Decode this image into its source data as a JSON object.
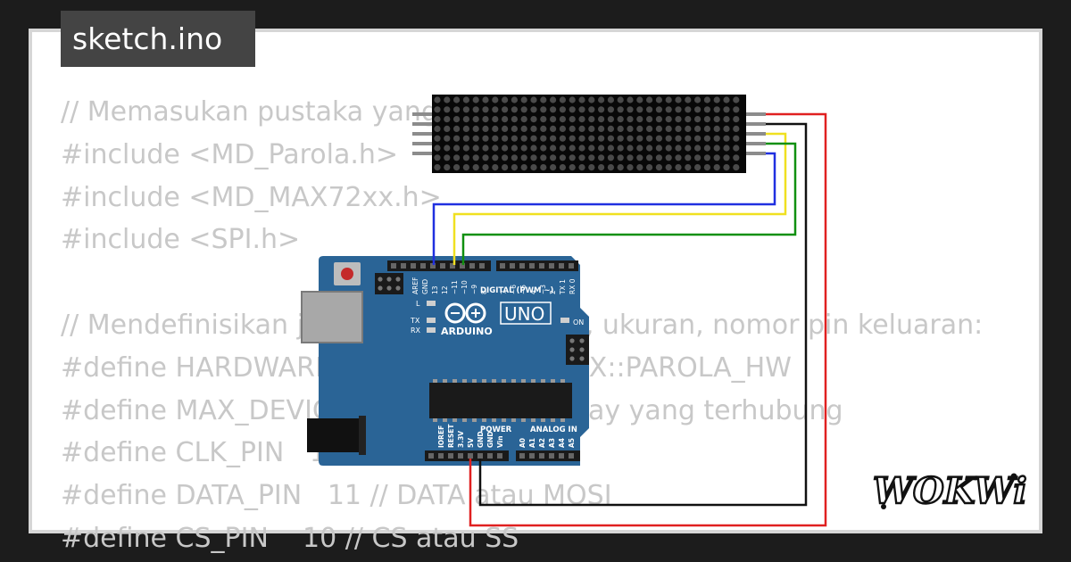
{
  "file_tab": {
    "label": "sketch.ino"
  },
  "code_lines": [
    "// Memasukan pustaka yang",
    "#include <MD_Parola.h>",
    "#include <MD_MAX72xx.h>",
    "#include <SPI.h>",
    "",
    "// Mendefinisikan jenis perangkat keras, ukuran, nomor pin keluaran:",
    "#define HARDWARE_TYPE MD_MAX72XX::PAROLA_HW",
    "#define MAX_DEVICES 4 // jumlah display yang terhubung",
    "#define CLK_PIN   13 // CLK atau SCK",
    "#define DATA_PIN   11 // DATA atau MOSI",
    "#define CS_PIN    10 // CS atau SS"
  ],
  "board": {
    "brand": "ARDUINO",
    "model": "UNO",
    "header_labels": [
      "AREF",
      "GND",
      "13",
      "12",
      "~11",
      "~10",
      "~9",
      "8",
      "7",
      "~6",
      "~5",
      "4",
      "~3",
      "2",
      "TX 1",
      "RX 0"
    ],
    "digital_label": "DIGITAL (PWM ~)",
    "led_labels": [
      "L",
      "TX",
      "RX"
    ],
    "on_label": "ON",
    "power_title": "POWER",
    "power_labels": [
      "IOREF",
      "RESET",
      "3.3V",
      "5V",
      "GND",
      "GND",
      "Vin"
    ],
    "analog_title": "ANALOG IN",
    "analog_labels": [
      "A0",
      "A1",
      "A2",
      "A3",
      "A4",
      "A5"
    ],
    "color": "#2a6496"
  },
  "wire_colors": {
    "vcc": "#e02020",
    "gnd": "#111111",
    "din": "#2030e0",
    "cs": "#f0e020",
    "clk": "#109010"
  },
  "logo": {
    "text": "WOKWi"
  }
}
